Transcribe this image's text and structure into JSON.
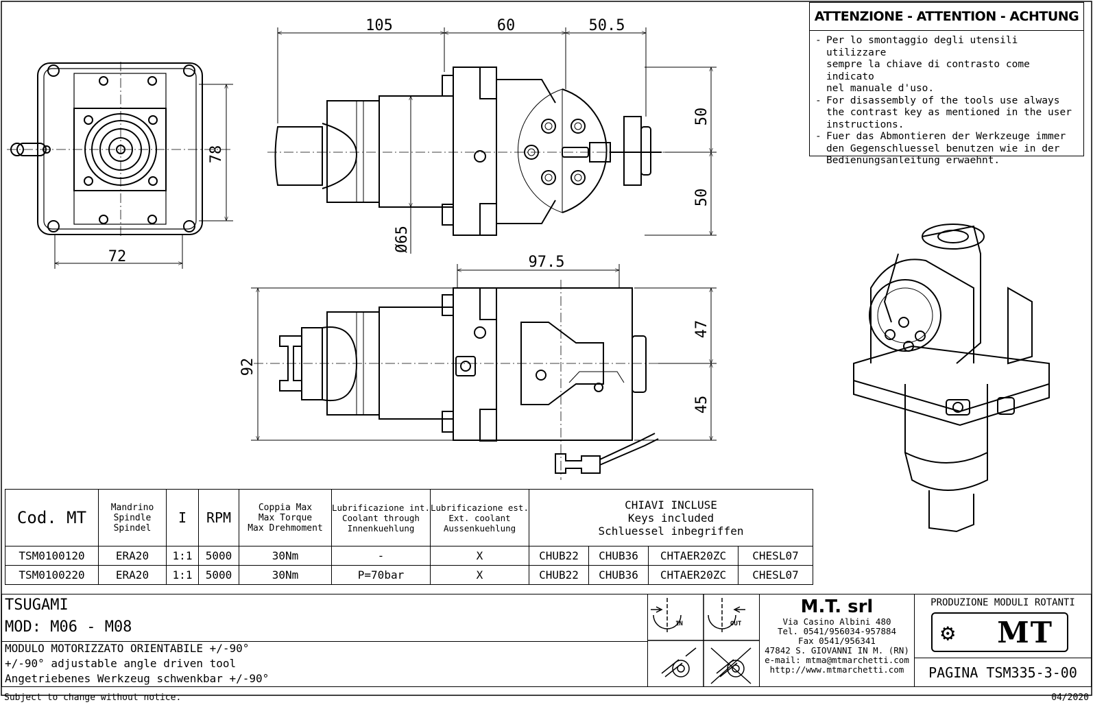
{
  "dimensions": {
    "front_width": "72",
    "front_height": "78",
    "side_a": "105",
    "side_b": "60",
    "side_c": "50.5",
    "side_upper": "50",
    "side_lower": "50",
    "side_diameter": "Ø65",
    "top_width": "97.5",
    "top_height": "92",
    "top_upper": "47",
    "top_lower": "45"
  },
  "attention": {
    "title": "ATTENZIONE - ATTENTION - ACHTUNG",
    "items": [
      "Per lo smontaggio degli utensili utilizzare\nsempre la chiave di contrasto come indicato\nnel manuale d'uso.",
      "For disassembly of the tools use always\nthe contrast key as mentioned in the user\ninstructions.",
      "Fuer das Abmontieren der Werkzeuge immer\nden Gegenschluessel benutzen wie in der\nBedienungsanleitung erwaehnt."
    ]
  },
  "table": {
    "headers": {
      "code": "Cod. MT",
      "spindle": [
        "Mandrino",
        "Spindle",
        "Spindel"
      ],
      "ratio": "I",
      "rpm": "RPM",
      "torque": [
        "Coppia Max",
        "Max Torque",
        "Max Drehmoment"
      ],
      "coolant_int": [
        "Lubrificazione int.",
        "Coolant through",
        "Innenkuehlung"
      ],
      "coolant_ext": [
        "Lubrificazione est.",
        "Ext. coolant",
        "Aussenkuehlung"
      ],
      "keys": [
        "CHIAVI INCLUSE",
        "Keys included",
        "Schluessel inbegriffen"
      ]
    },
    "rows": [
      {
        "code": "TSM0100120",
        "spindle": "ERA20",
        "ratio": "1:1",
        "rpm": "5000",
        "torque": "30Nm",
        "coolant_int": "-",
        "coolant_ext": "X",
        "keys": [
          "CHUB22",
          "CHUB36",
          "CHTAER20ZC",
          "CHESL07"
        ]
      },
      {
        "code": "TSM0100220",
        "spindle": "ERA20",
        "ratio": "1:1",
        "rpm": "5000",
        "torque": "30Nm",
        "coolant_int": "P=70bar",
        "coolant_ext": "X",
        "keys": [
          "CHUB22",
          "CHUB36",
          "CHTAER20ZC",
          "CHESL07"
        ]
      }
    ]
  },
  "title_block": {
    "machine": "TSUGAMI",
    "model": "MOD: M06 - M08",
    "desc": [
      "MODULO MOTORIZZATO ORIENTABILE +/-90°",
      "+/-90° adjustable angle driven tool",
      "Angetriebenes Werkzeug schwenkbar +/-90°"
    ],
    "rot_in": "IN",
    "rot_out": "OUT",
    "company": {
      "name": "M.T. srl",
      "lines": [
        "Via Casino Albini 480",
        "Tel. 0541/956034-957884",
        "Fax 0541/956341",
        "47842 S. GIOVANNI IN M. (RN)",
        "e-mail: mtma@mtmarchetti.com",
        "http://www.mtmarchetti.com"
      ]
    },
    "product_line": "PRODUZIONE MODULI ROTANTI",
    "logo": "MT",
    "page": "PAGINA TSM335-3-00"
  },
  "footer": {
    "notice": "Subject to change without notice.",
    "date": "04/2020"
  }
}
